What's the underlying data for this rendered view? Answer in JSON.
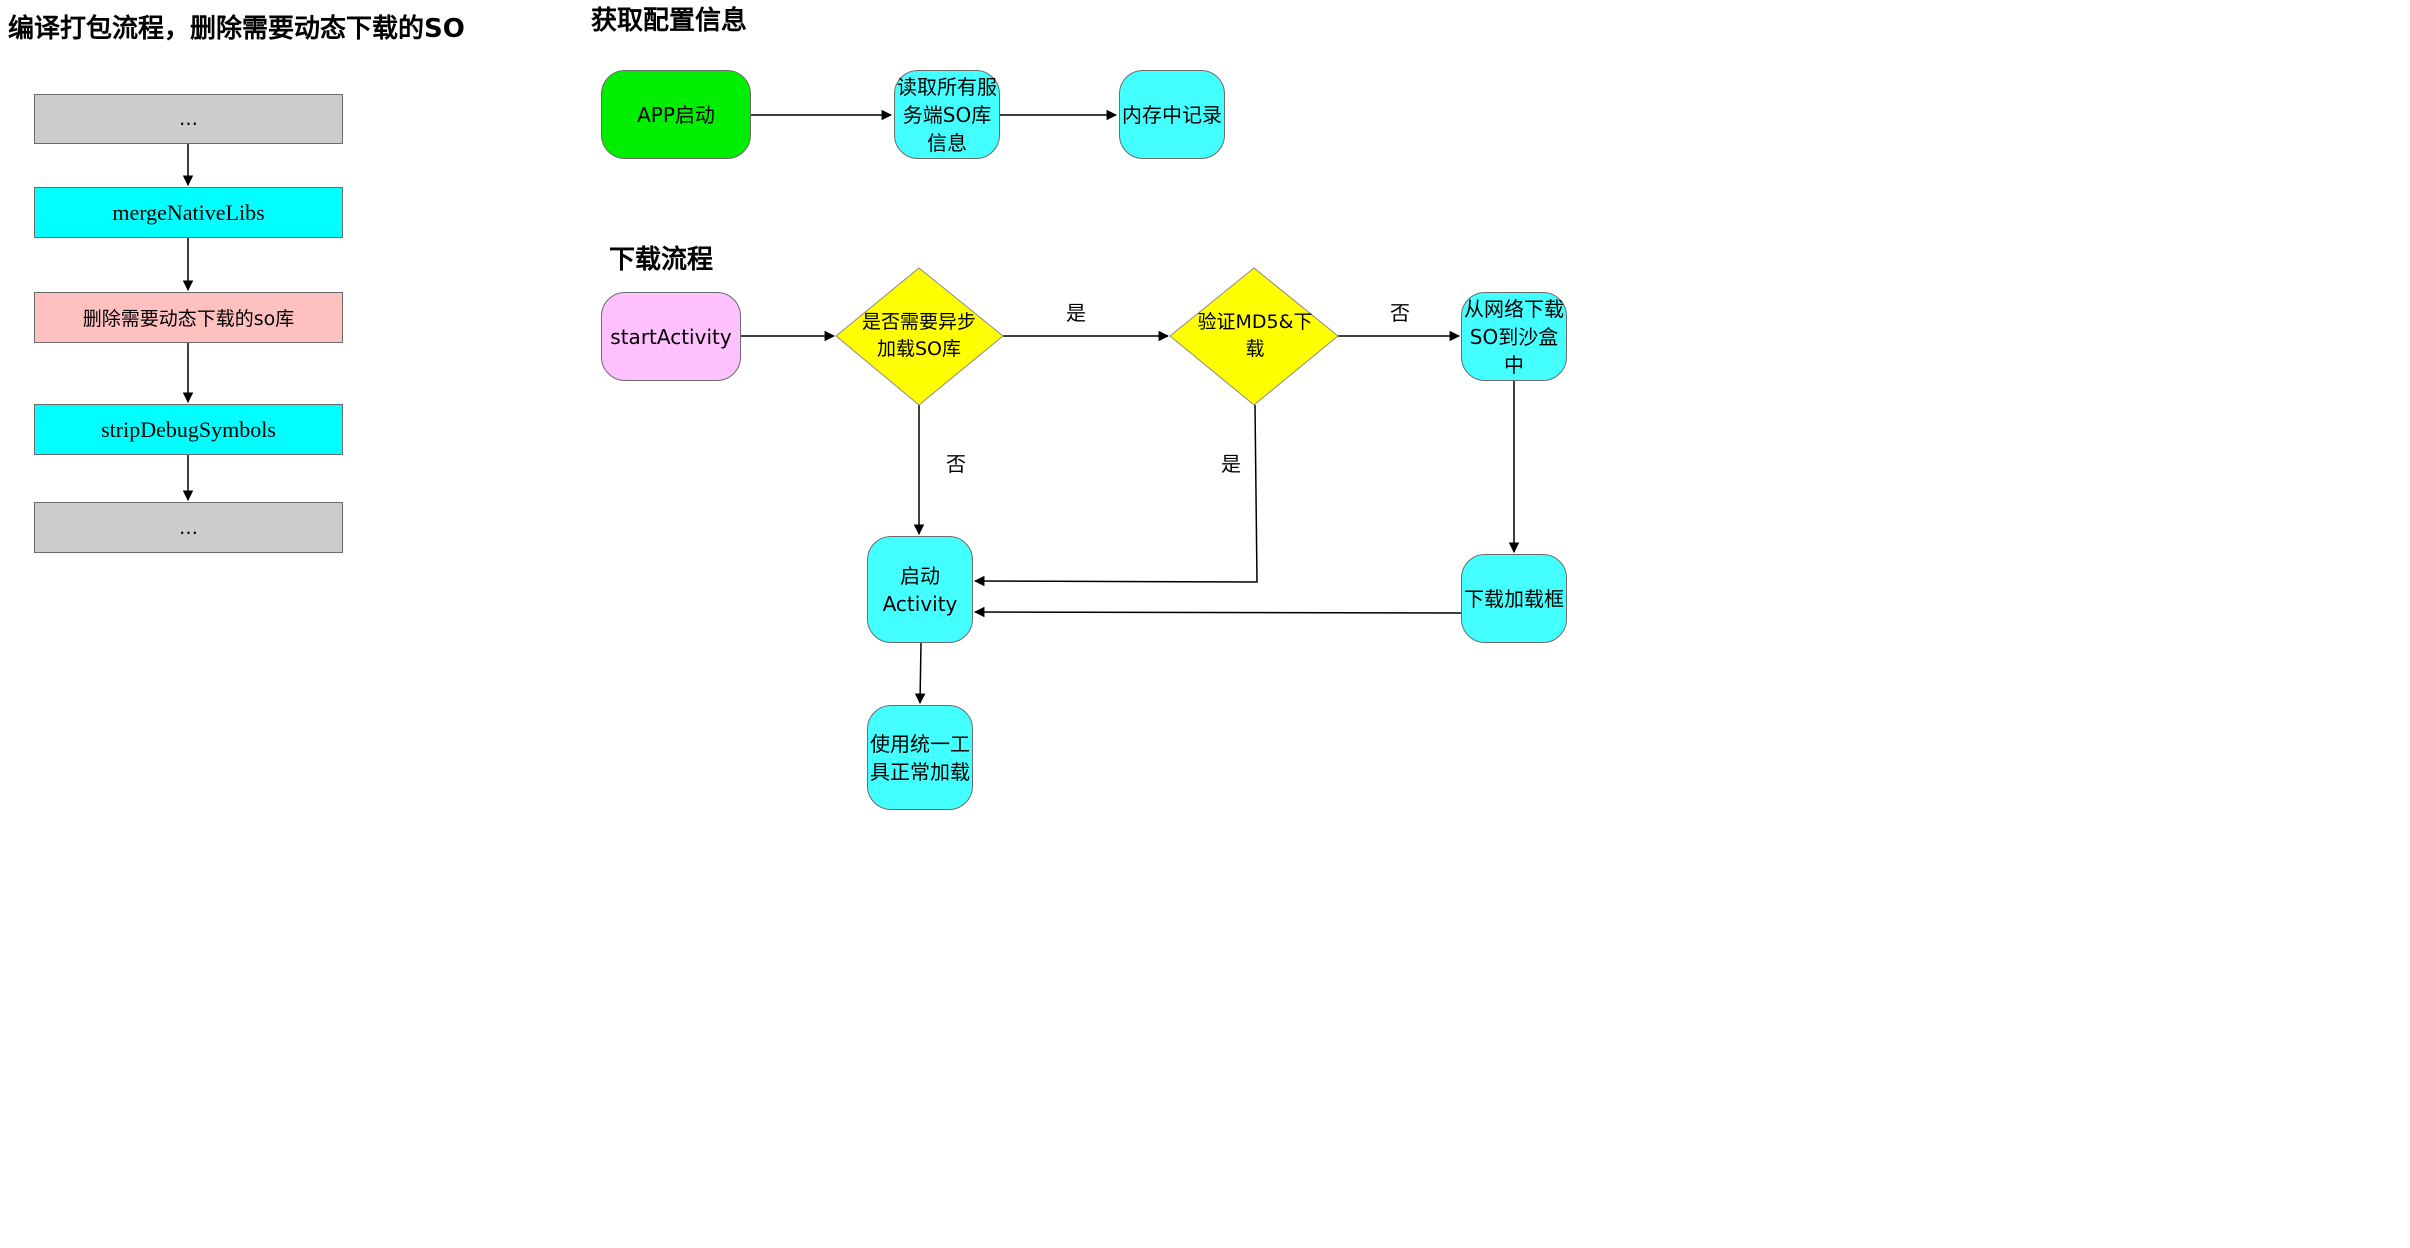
{
  "left": {
    "title": "编译打包流程，删除需要动态下载的SO",
    "steps": {
      "s1": "…",
      "s2": "mergeNativeLibs",
      "s3": "删除需要动态下载的so库",
      "s4": "stripDebugSymbols",
      "s5": "…"
    }
  },
  "config": {
    "title": "获取配置信息",
    "app_start": "APP启动",
    "read_info": "读取所有服务端SO库信息",
    "memory": "内存中记录"
  },
  "download": {
    "title": "下载流程",
    "start_activity": "startActivity",
    "need_async": "是否需要异步加载SO库",
    "verify_md5": "验证MD5&下载",
    "fetch_network": "从网络下载SO到沙盒中",
    "loading_dialog": "下载加载框",
    "launch_activity": "启动Activity",
    "normal_load": "使用统一工具正常加载",
    "labels": {
      "yes_1": "是",
      "no_1": "否",
      "yes_2": "是",
      "no_2": "否"
    }
  },
  "colors": {
    "gray": "#cccccc",
    "cyan": "#00ffff",
    "pink": "#ffc0c0",
    "aqua": "#44ffff",
    "green": "#00ee00",
    "magenta": "#ffc0ff",
    "yellow": "#ffff00"
  }
}
